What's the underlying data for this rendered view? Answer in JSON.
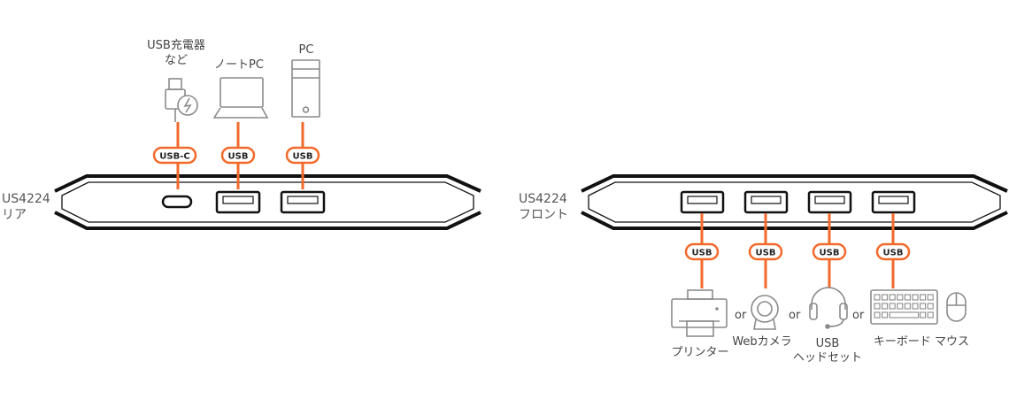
{
  "colors": {
    "accent": "#f26a2b",
    "icon": "#8a8a8a",
    "device": "#111111"
  },
  "rear": {
    "device_name": "US4224",
    "device_side": "リア",
    "ports": [
      {
        "badge": "USB-C",
        "label_lines": [
          "USB充電器",
          "など"
        ],
        "icon": "usb-c-charger-icon"
      },
      {
        "badge": "USB",
        "label_lines": [
          "ノートPC"
        ],
        "icon": "laptop-icon"
      },
      {
        "badge": "USB",
        "label_lines": [
          "PC"
        ],
        "icon": "desktop-pc-icon"
      }
    ]
  },
  "front": {
    "device_name": "US4224",
    "device_side": "フロント",
    "ports": [
      {
        "badge": "USB",
        "label_lines": [
          "プリンター"
        ],
        "icon": "printer-icon"
      },
      {
        "badge": "USB",
        "label_lines": [
          "Webカメラ"
        ],
        "icon": "webcam-icon"
      },
      {
        "badge": "USB",
        "label_lines": [
          "USB",
          "ヘッドセット"
        ],
        "icon": "headset-icon"
      },
      {
        "badge": "USB",
        "label_lines": [
          "キーボード マウス"
        ],
        "icon": "keyboard-mouse-icon"
      }
    ],
    "or_label": "or"
  }
}
